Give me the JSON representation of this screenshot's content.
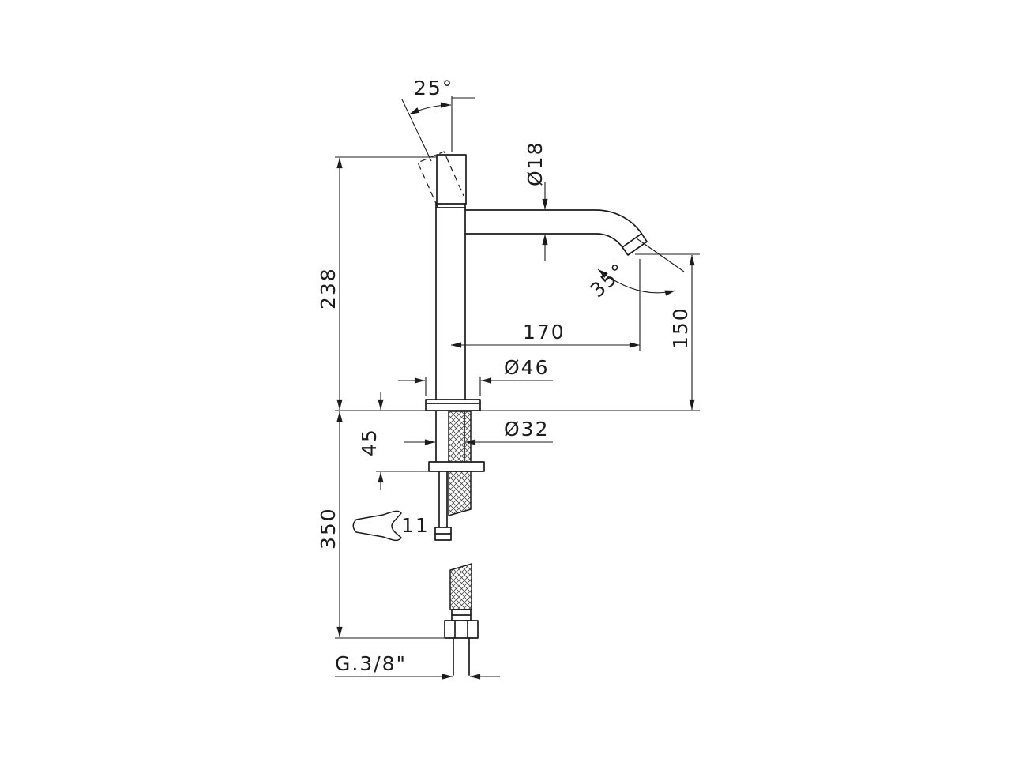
{
  "drawing": {
    "type": "technical-dimension-drawing",
    "subject": "single-lever tall basin mixer tap, side elevation with installation dimensions",
    "background": "#ffffff",
    "line_color": "#1c1c1c",
    "dimensions": {
      "handle_angle": "25°",
      "spout_diameter": "Ø18",
      "height_above_deck": "238",
      "spout_reach": "170",
      "outlet_height": "150",
      "outlet_angle": "35°",
      "base_diameter": "Ø46",
      "deck_thickness": "45",
      "shank_diameter": "Ø32",
      "below_deck_length": "350",
      "wrench_size": "11",
      "inlet_thread": "G.3/8\""
    }
  }
}
